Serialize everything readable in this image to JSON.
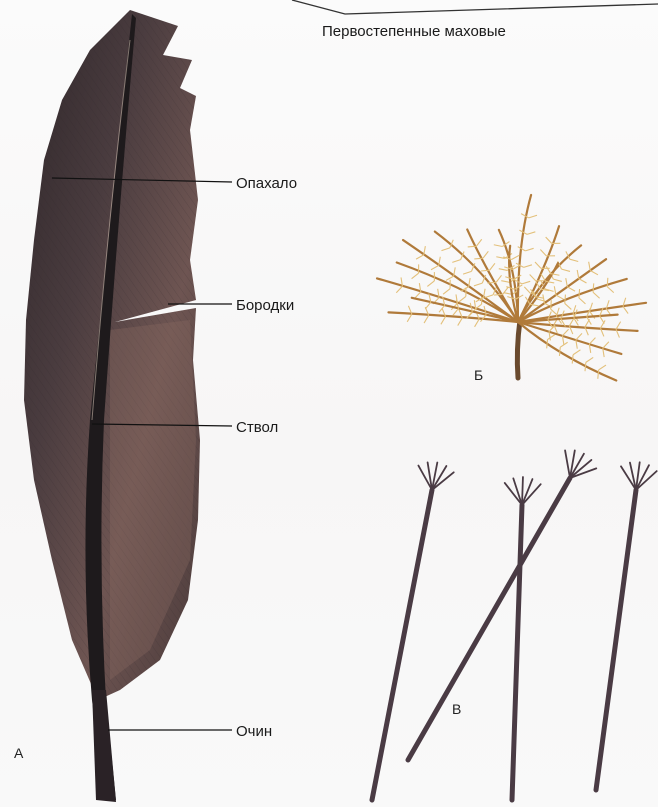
{
  "title": "Первостепенные маховые",
  "labels": {
    "vane": "Опахало",
    "barbs": "Бородки",
    "shaft": "Ствол",
    "quill": "Очин"
  },
  "panels": {
    "a": "А",
    "b": "Б",
    "v": "В"
  },
  "colors": {
    "feather_dark": "#3b2f33",
    "feather_mid": "#5e4b4c",
    "feather_warm": "#8a6a64",
    "down_feather": "#b07a3a",
    "down_highlight": "#e3c07a",
    "barb_stroke": "#4a3b44"
  }
}
